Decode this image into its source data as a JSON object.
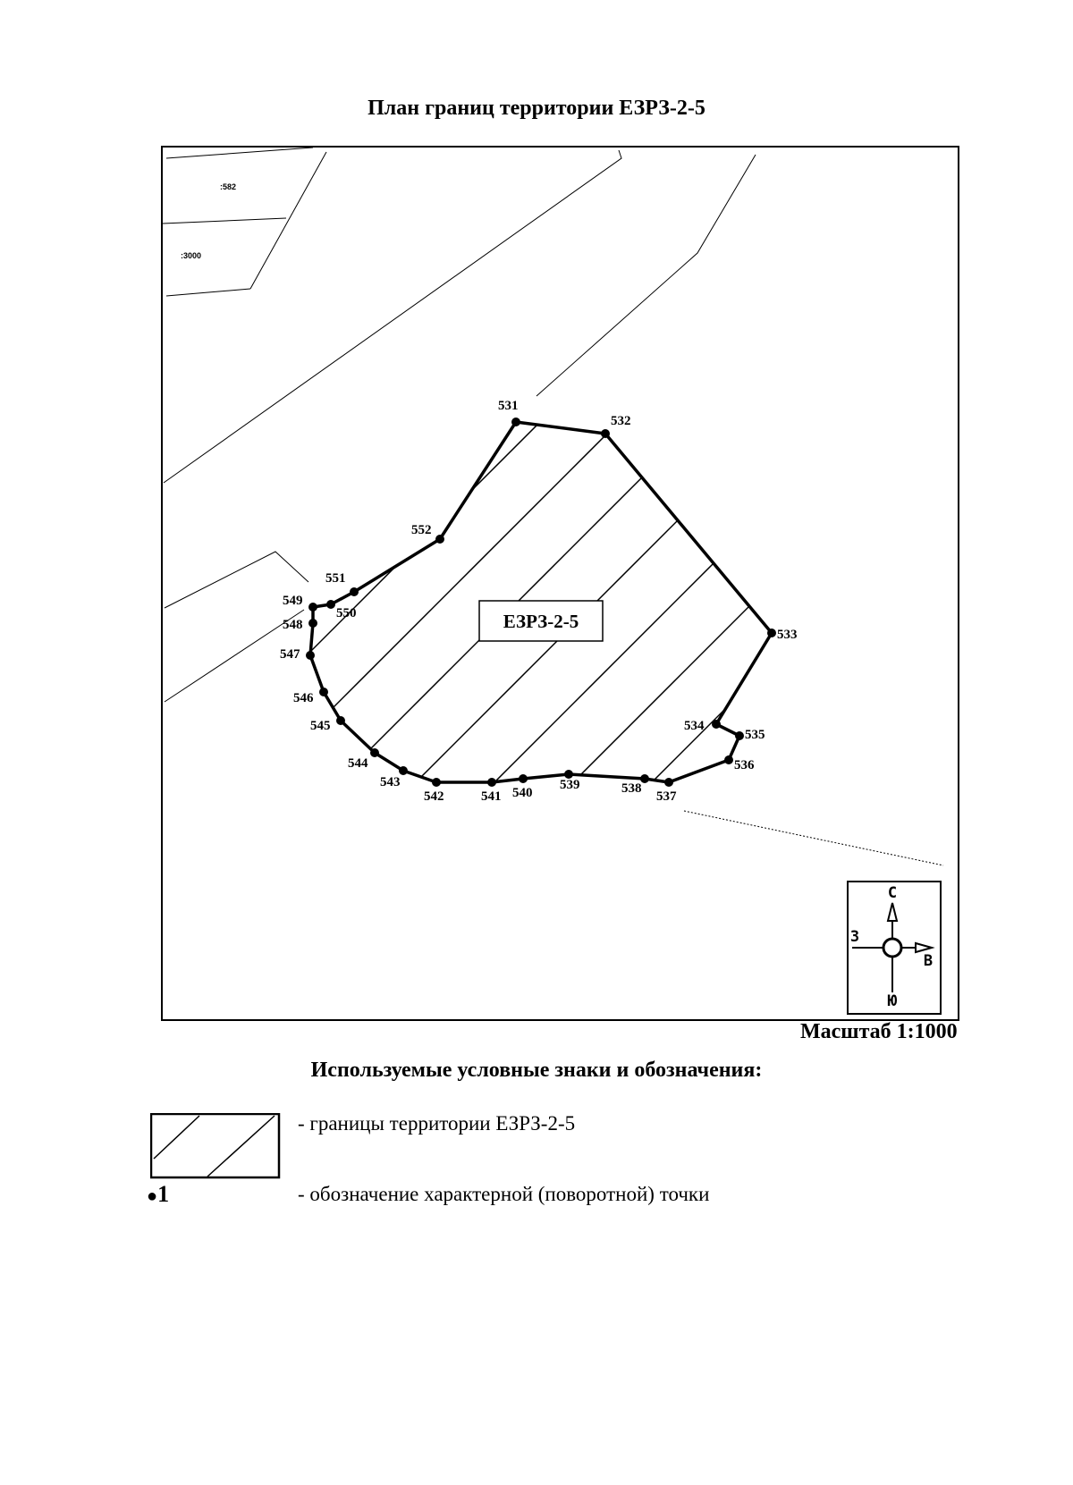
{
  "title": "План границ территории ЕЗРЗ-2-5",
  "map": {
    "parcel_labels": [
      ":582",
      ":3000"
    ],
    "zone_label": "ЕЗРЗ-2-5",
    "points": [
      {
        "id": "531"
      },
      {
        "id": "532"
      },
      {
        "id": "533"
      },
      {
        "id": "534"
      },
      {
        "id": "535"
      },
      {
        "id": "536"
      },
      {
        "id": "537"
      },
      {
        "id": "538"
      },
      {
        "id": "539"
      },
      {
        "id": "540"
      },
      {
        "id": "541"
      },
      {
        "id": "542"
      },
      {
        "id": "543"
      },
      {
        "id": "544"
      },
      {
        "id": "545"
      },
      {
        "id": "546"
      },
      {
        "id": "547"
      },
      {
        "id": "548"
      },
      {
        "id": "549"
      },
      {
        "id": "550"
      },
      {
        "id": "551"
      },
      {
        "id": "552"
      }
    ],
    "compass": {
      "north": "С",
      "south": "Ю",
      "west": "З",
      "east": "В"
    }
  },
  "scale_label": "Масштаб 1:1000",
  "legend": {
    "title": "Используемые условные знаки и обозначения:",
    "items": [
      {
        "text": "- границы территории ЕЗРЗ-2-5"
      },
      {
        "symbol": "1",
        "text": "- обозначение характерной (поворотной) точки"
      }
    ]
  }
}
